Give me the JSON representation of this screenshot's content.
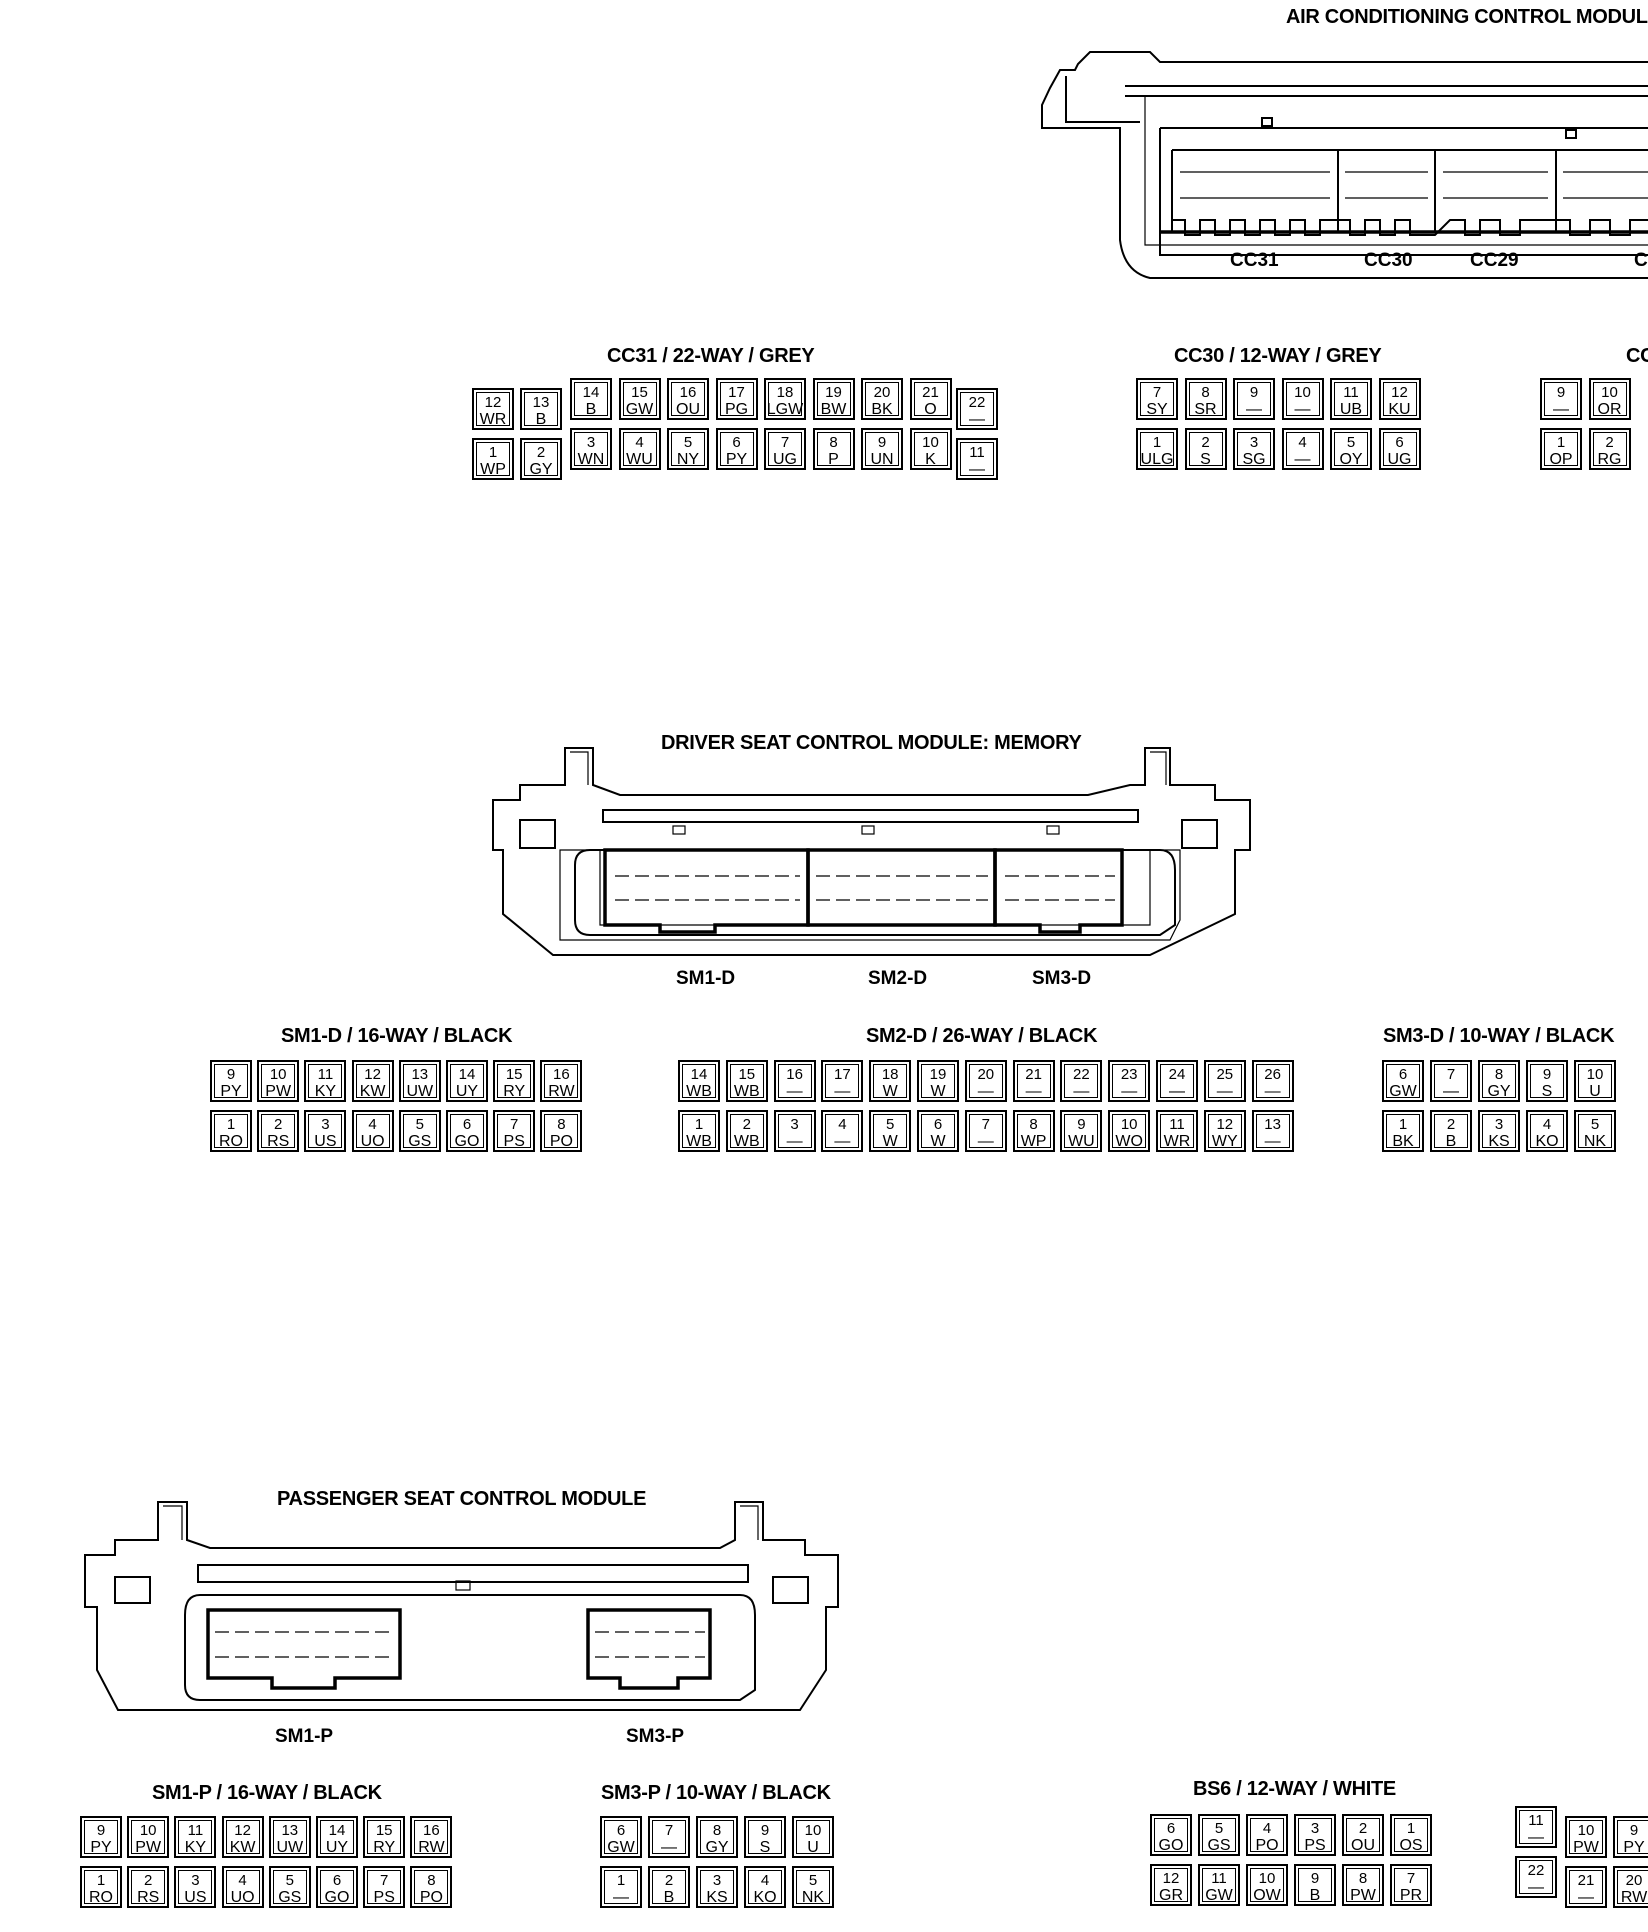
{
  "titles": {
    "ac_module": "AIR CONDITIONING CONTROL MODULE",
    "driver_module": "DRIVER SEAT CONTROL MODULE: MEMORY",
    "passenger_module": "PASSENGER SEAT CONTROL MODULE"
  },
  "connector_labels": {
    "cc31": "CC31",
    "cc30": "CC30",
    "cc29": "CC29",
    "cc_partial": "C",
    "sm1d": "SM1-D",
    "sm2d": "SM2-D",
    "sm3d": "SM3-D",
    "sm1p": "SM1-P",
    "sm3p": "SM3-P"
  },
  "connectors": {
    "cc31": {
      "title": "CC31 / 22-WAY / GREY",
      "pins": [
        {
          "n": "12",
          "c": "WR"
        },
        {
          "n": "13",
          "c": "B"
        },
        {
          "n": "14",
          "c": "B"
        },
        {
          "n": "15",
          "c": "GW"
        },
        {
          "n": "16",
          "c": "OU"
        },
        {
          "n": "17",
          "c": "PG"
        },
        {
          "n": "18",
          "c": "LGW"
        },
        {
          "n": "19",
          "c": "BW"
        },
        {
          "n": "20",
          "c": "BK"
        },
        {
          "n": "21",
          "c": "O"
        },
        {
          "n": "22",
          "c": "—"
        },
        {
          "n": "1",
          "c": "WP"
        },
        {
          "n": "2",
          "c": "GY"
        },
        {
          "n": "3",
          "c": "WN"
        },
        {
          "n": "4",
          "c": "WU"
        },
        {
          "n": "5",
          "c": "NY"
        },
        {
          "n": "6",
          "c": "PY"
        },
        {
          "n": "7",
          "c": "UG"
        },
        {
          "n": "8",
          "c": "P"
        },
        {
          "n": "9",
          "c": "UN"
        },
        {
          "n": "10",
          "c": "K"
        },
        {
          "n": "11",
          "c": "—"
        }
      ]
    },
    "cc30": {
      "title": "CC30 / 12-WAY / GREY",
      "pins": [
        {
          "n": "7",
          "c": "SY"
        },
        {
          "n": "8",
          "c": "SR"
        },
        {
          "n": "9",
          "c": "—"
        },
        {
          "n": "10",
          "c": "—"
        },
        {
          "n": "11",
          "c": "UB"
        },
        {
          "n": "12",
          "c": "KU"
        },
        {
          "n": "1",
          "c": "ULG"
        },
        {
          "n": "2",
          "c": "S"
        },
        {
          "n": "3",
          "c": "SG"
        },
        {
          "n": "4",
          "c": "—"
        },
        {
          "n": "5",
          "c": "OY"
        },
        {
          "n": "6",
          "c": "UG"
        }
      ]
    },
    "cc_partial": {
      "title": "CC",
      "pins": [
        {
          "n": "9",
          "c": "—"
        },
        {
          "n": "10",
          "c": "OR"
        },
        {
          "n": "1",
          "c": "OP"
        },
        {
          "n": "2",
          "c": "RG"
        }
      ]
    },
    "sm1d": {
      "title": "SM1-D / 16-WAY / BLACK",
      "pins": [
        {
          "n": "9",
          "c": "PY"
        },
        {
          "n": "10",
          "c": "PW"
        },
        {
          "n": "11",
          "c": "KY"
        },
        {
          "n": "12",
          "c": "KW"
        },
        {
          "n": "13",
          "c": "UW"
        },
        {
          "n": "14",
          "c": "UY"
        },
        {
          "n": "15",
          "c": "RY"
        },
        {
          "n": "16",
          "c": "RW"
        },
        {
          "n": "1",
          "c": "RO"
        },
        {
          "n": "2",
          "c": "RS"
        },
        {
          "n": "3",
          "c": "US"
        },
        {
          "n": "4",
          "c": "UO"
        },
        {
          "n": "5",
          "c": "GS"
        },
        {
          "n": "6",
          "c": "GO"
        },
        {
          "n": "7",
          "c": "PS"
        },
        {
          "n": "8",
          "c": "PO"
        }
      ]
    },
    "sm2d": {
      "title": "SM2-D / 26-WAY / BLACK",
      "pins": [
        {
          "n": "14",
          "c": "WB"
        },
        {
          "n": "15",
          "c": "WB"
        },
        {
          "n": "16",
          "c": "—"
        },
        {
          "n": "17",
          "c": "—"
        },
        {
          "n": "18",
          "c": "W"
        },
        {
          "n": "19",
          "c": "W"
        },
        {
          "n": "20",
          "c": "—"
        },
        {
          "n": "21",
          "c": "—"
        },
        {
          "n": "22",
          "c": "—"
        },
        {
          "n": "23",
          "c": "—"
        },
        {
          "n": "24",
          "c": "—"
        },
        {
          "n": "25",
          "c": "—"
        },
        {
          "n": "26",
          "c": "—"
        },
        {
          "n": "1",
          "c": "WB"
        },
        {
          "n": "2",
          "c": "WB"
        },
        {
          "n": "3",
          "c": "—"
        },
        {
          "n": "4",
          "c": "—"
        },
        {
          "n": "5",
          "c": "W"
        },
        {
          "n": "6",
          "c": "W"
        },
        {
          "n": "7",
          "c": "—"
        },
        {
          "n": "8",
          "c": "WP"
        },
        {
          "n": "9",
          "c": "WU"
        },
        {
          "n": "10",
          "c": "WO"
        },
        {
          "n": "11",
          "c": "WR"
        },
        {
          "n": "12",
          "c": "WY"
        },
        {
          "n": "13",
          "c": "—"
        }
      ]
    },
    "sm3d": {
      "title": "SM3-D / 10-WAY / BLACK",
      "pins": [
        {
          "n": "6",
          "c": "GW"
        },
        {
          "n": "7",
          "c": "—"
        },
        {
          "n": "8",
          "c": "GY"
        },
        {
          "n": "9",
          "c": "S"
        },
        {
          "n": "10",
          "c": "U"
        },
        {
          "n": "1",
          "c": "BK"
        },
        {
          "n": "2",
          "c": "B"
        },
        {
          "n": "3",
          "c": "KS"
        },
        {
          "n": "4",
          "c": "KO"
        },
        {
          "n": "5",
          "c": "NK"
        }
      ]
    },
    "sm1p": {
      "title": "SM1-P / 16-WAY / BLACK",
      "pins": [
        {
          "n": "9",
          "c": "PY"
        },
        {
          "n": "10",
          "c": "PW"
        },
        {
          "n": "11",
          "c": "KY"
        },
        {
          "n": "12",
          "c": "KW"
        },
        {
          "n": "13",
          "c": "UW"
        },
        {
          "n": "14",
          "c": "UY"
        },
        {
          "n": "15",
          "c": "RY"
        },
        {
          "n": "16",
          "c": "RW"
        },
        {
          "n": "1",
          "c": "RO"
        },
        {
          "n": "2",
          "c": "RS"
        },
        {
          "n": "3",
          "c": "US"
        },
        {
          "n": "4",
          "c": "UO"
        },
        {
          "n": "5",
          "c": "GS"
        },
        {
          "n": "6",
          "c": "GO"
        },
        {
          "n": "7",
          "c": "PS"
        },
        {
          "n": "8",
          "c": "PO"
        }
      ]
    },
    "sm3p": {
      "title": "SM3-P / 10-WAY / BLACK",
      "pins": [
        {
          "n": "6",
          "c": "GW"
        },
        {
          "n": "7",
          "c": "—"
        },
        {
          "n": "8",
          "c": "GY"
        },
        {
          "n": "9",
          "c": "S"
        },
        {
          "n": "10",
          "c": "U"
        },
        {
          "n": "1",
          "c": "—"
        },
        {
          "n": "2",
          "c": "B"
        },
        {
          "n": "3",
          "c": "KS"
        },
        {
          "n": "4",
          "c": "KO"
        },
        {
          "n": "5",
          "c": "NK"
        }
      ]
    },
    "bs6": {
      "title": "BS6 / 12-WAY / WHITE",
      "pins": [
        {
          "n": "6",
          "c": "GO"
        },
        {
          "n": "5",
          "c": "GS"
        },
        {
          "n": "4",
          "c": "PO"
        },
        {
          "n": "3",
          "c": "PS"
        },
        {
          "n": "2",
          "c": "OU"
        },
        {
          "n": "1",
          "c": "OS"
        },
        {
          "n": "12",
          "c": "GR"
        },
        {
          "n": "11",
          "c": "GW"
        },
        {
          "n": "10",
          "c": "OW"
        },
        {
          "n": "9",
          "c": "B"
        },
        {
          "n": "8",
          "c": "PW"
        },
        {
          "n": "7",
          "c": "PR"
        }
      ]
    },
    "partial_br": {
      "pins": [
        {
          "n": "11",
          "c": "—"
        },
        {
          "n": "10",
          "c": "PW"
        },
        {
          "n": "9",
          "c": "PY"
        },
        {
          "n": "22",
          "c": "—"
        },
        {
          "n": "21",
          "c": "—"
        },
        {
          "n": "20",
          "c": "RW"
        }
      ]
    }
  }
}
